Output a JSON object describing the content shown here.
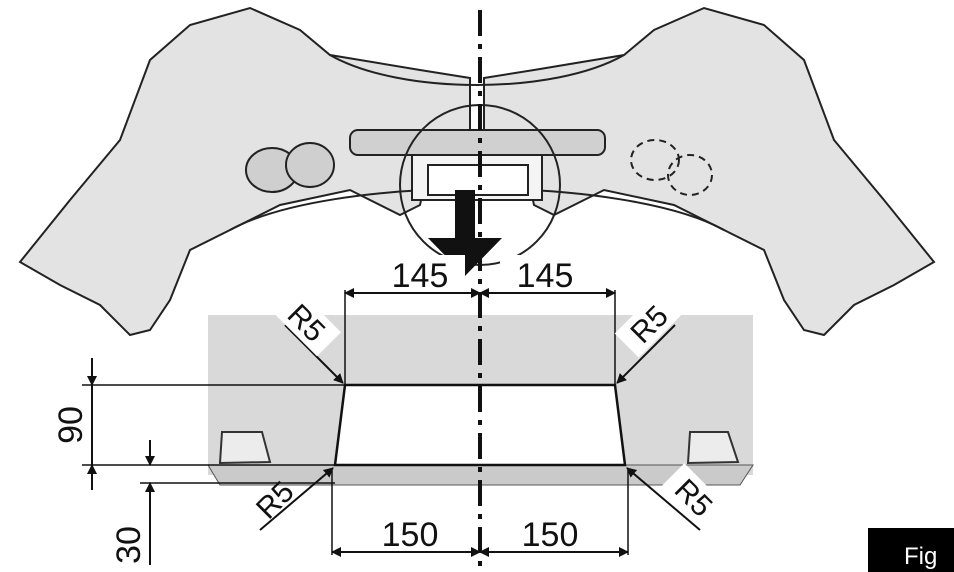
{
  "diagram": {
    "widths_top": [
      "145",
      "145"
    ],
    "widths_bottom": [
      "150",
      "150"
    ],
    "height": "90",
    "bottom_offset": "30",
    "radii": [
      "R5",
      "R5",
      "R5",
      "R5"
    ],
    "figure_label": "Fig ",
    "colors": {
      "line": "#111111",
      "panel": "#d9d9d9",
      "panel_light": "#e6e6e6",
      "label_bg": "#000000"
    }
  }
}
